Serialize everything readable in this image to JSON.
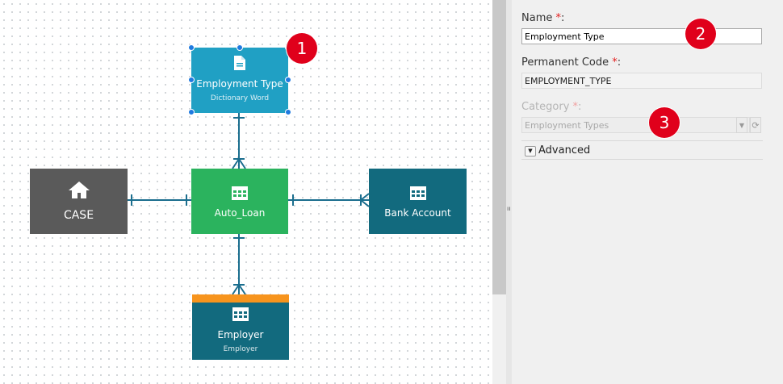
{
  "diagram": {
    "nodes": {
      "dictionary": {
        "title": "Employment Type",
        "subtitle": "Dictionary Word",
        "icon": "document-icon",
        "color": "#20a0c4"
      },
      "case": {
        "title": "CASE",
        "icon": "home-icon",
        "color": "#5a5a5a"
      },
      "auto_loan": {
        "title": "Auto_Loan",
        "icon": "table-icon",
        "color": "#2bb35e"
      },
      "bank_account": {
        "title": "Bank Account",
        "icon": "table-icon",
        "color": "#126a7e"
      },
      "employer": {
        "title": "Employer",
        "subtitle": "Employer",
        "icon": "table-icon",
        "color": "#126a7e",
        "accent": "#f7941d"
      }
    },
    "connector_color": "#1b6e8e",
    "selection_color": "#1f7ae0"
  },
  "badges": [
    "1",
    "2",
    "3"
  ],
  "badge_color": "#e0001b",
  "splitter": {
    "grip": "ıı"
  },
  "properties": {
    "name": {
      "label": "Name",
      "required": "*",
      "suffix": ":",
      "value": "Employment Type"
    },
    "permanent_code": {
      "label": "Permanent Code",
      "required": "*",
      "suffix": ":",
      "value": "EMPLOYMENT_TYPE"
    },
    "category": {
      "label": "Category",
      "required": "*",
      "suffix": ":",
      "value": "Employment Types",
      "disabled": true,
      "dropdown_icon": "chevron-down-icon",
      "refresh_icon": "refresh-icon"
    },
    "advanced": {
      "label": "Advanced",
      "collapsed": true
    }
  }
}
